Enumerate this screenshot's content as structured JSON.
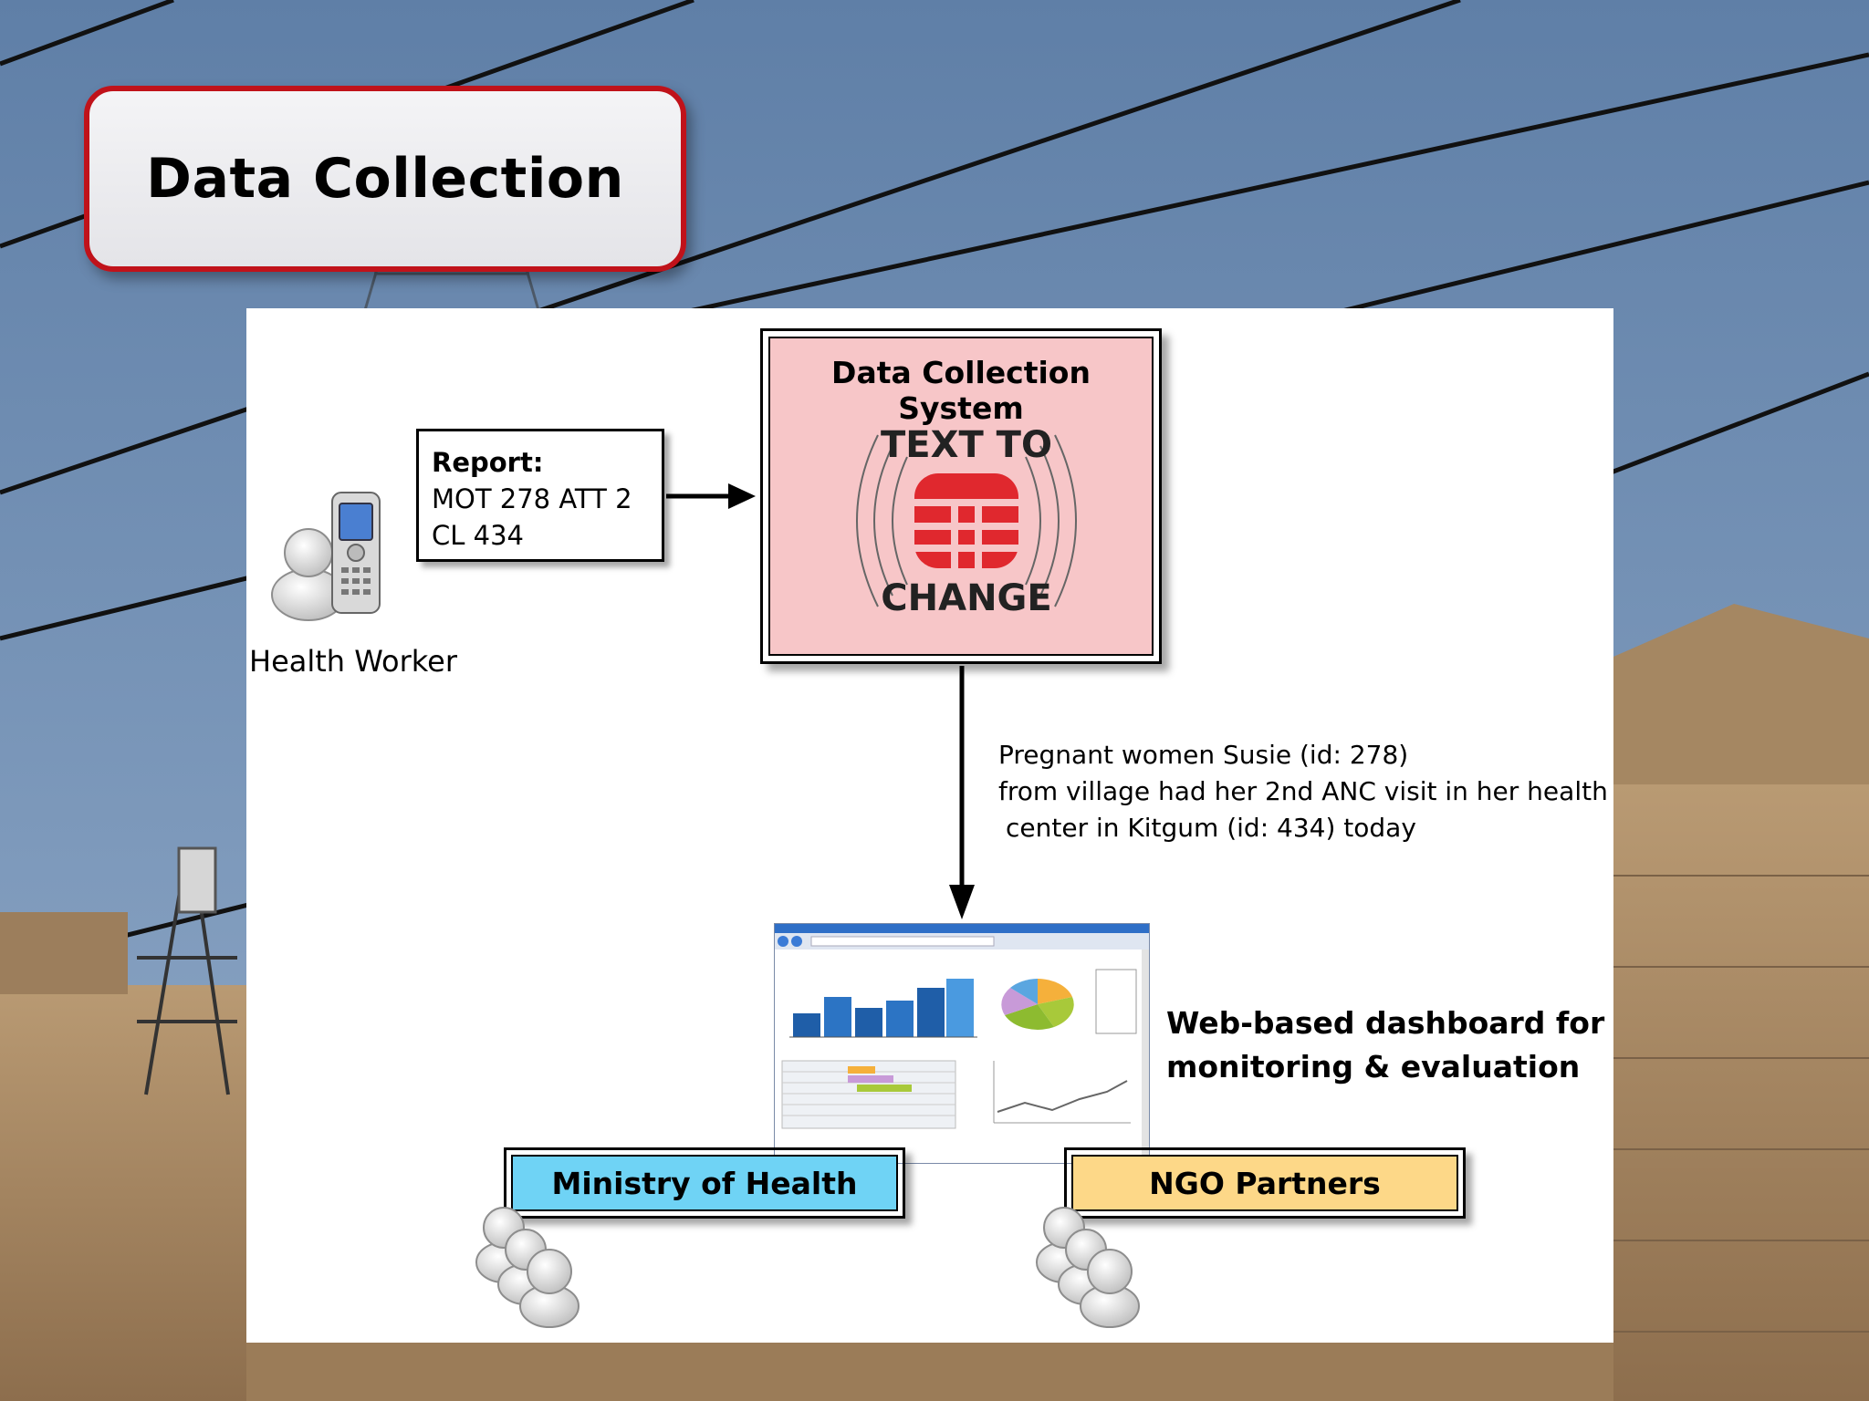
{
  "slide": {
    "title": "Data Collection"
  },
  "diagram": {
    "health_worker_label": "Health Worker",
    "report": {
      "heading": "Report:",
      "line1": "MOT 278 ATT 2",
      "line2": "CL 434"
    },
    "system": {
      "title": "Data Collection System",
      "logo_top": "TEXT TO",
      "logo_bottom": "CHANGE"
    },
    "message": {
      "line1": "Pregnant women Susie (id: 278)",
      "line2": "from village had her 2nd ANC visit in her health",
      "line3": "center in Kitgum (id: 434) today"
    },
    "dashboard_caption": {
      "line1": "Web-based dashboard for",
      "line2": "monitoring & evaluation"
    },
    "ministry_label": "Ministry of Health",
    "ngo_label": "NGO Partners"
  },
  "colors": {
    "title_border": "#c0121a",
    "system_fill": "#f7c6c8",
    "logo_red": "#e0282e",
    "ministry_fill": "#6fd3f5",
    "ngo_fill": "#fdd888"
  }
}
